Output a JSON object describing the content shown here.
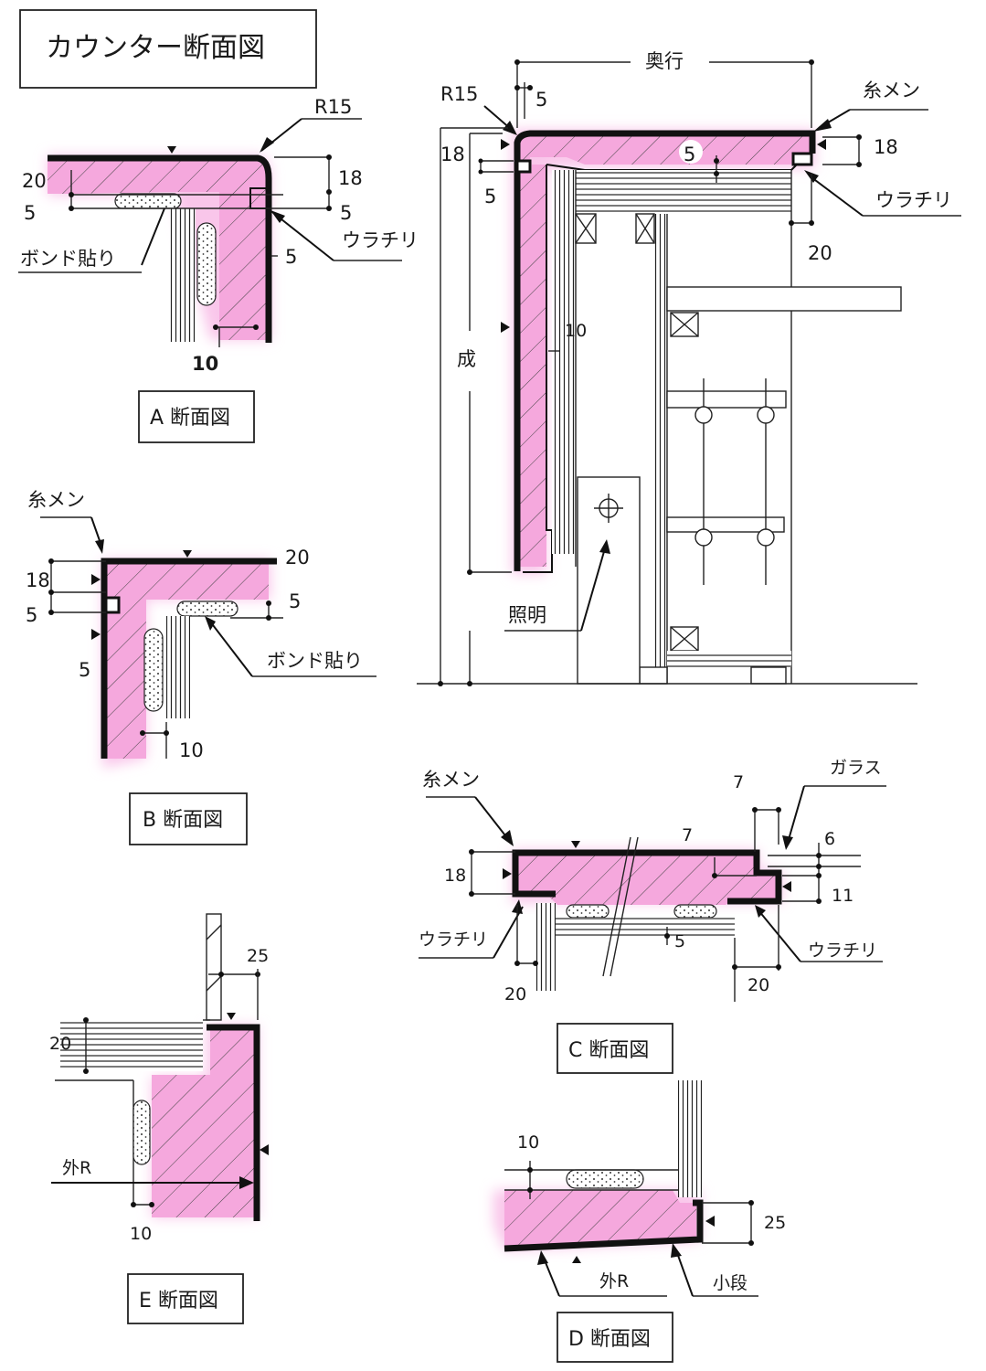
{
  "title": "カウンター断面図",
  "colors": {
    "highlight": "#f4a7dc",
    "glow": "#f9c6ea",
    "line": "#111111"
  },
  "section_a": {
    "caption": "A 断面図",
    "r15": "R15",
    "d20": "20",
    "d5a": "5",
    "d18": "18",
    "d5b": "5",
    "d5c": "5",
    "d10": "10",
    "bond": "ボンド貼り",
    "urachiri": "ウラチリ"
  },
  "section_b": {
    "caption": "B 断面図",
    "itomen": "糸メン",
    "d20": "20",
    "d18": "18",
    "d5a": "5",
    "d5b": "5",
    "d5c": "5",
    "d10": "10",
    "bond": "ボンド貼り"
  },
  "section_main": {
    "okuyuki": "奥行",
    "r15": "R15",
    "d5top": "5",
    "itomen": "糸メン",
    "d18a": "18",
    "d5": "5",
    "d5b": "5",
    "d18b": "18",
    "urachiri": "ウラチリ",
    "d20": "20",
    "sei": "成",
    "d10": "10",
    "shomei": "照明"
  },
  "section_c": {
    "caption": "C 断面図",
    "itomen": "糸メン",
    "d7a": "7",
    "d7b": "7",
    "glass": "ガラス",
    "d6": "6",
    "d18": "18",
    "d11": "11",
    "d5": "5",
    "urachiri_l": "ウラチリ",
    "urachiri_r": "ウラチリ",
    "d20a": "20",
    "d20b": "20"
  },
  "section_d": {
    "caption": "D 断面図",
    "d10": "10",
    "d25": "25",
    "soto_r": "外R",
    "kodan": "小段"
  },
  "section_e": {
    "caption": "E 断面図",
    "d25": "25",
    "d20": "20",
    "soto_r": "外R",
    "d10": "10"
  }
}
